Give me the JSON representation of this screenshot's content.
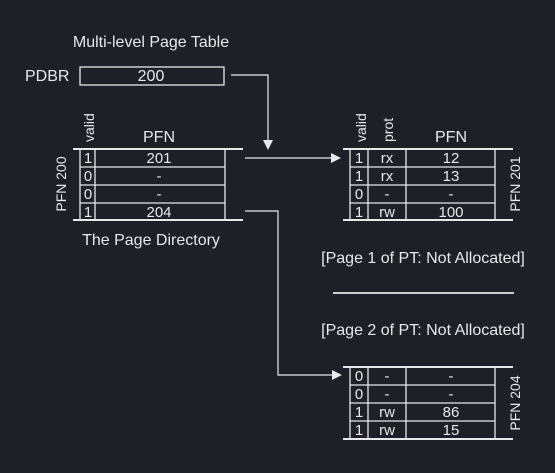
{
  "title": "Multi-level Page Table",
  "pdbr": {
    "label": "PDBR",
    "value": "200"
  },
  "page_directory": {
    "caption": "The Page Directory",
    "side_label": "PFN 200",
    "headers": {
      "valid": "valid",
      "pfn": "PFN"
    },
    "rows": [
      {
        "valid": "1",
        "pfn": "201"
      },
      {
        "valid": "0",
        "pfn": "-"
      },
      {
        "valid": "0",
        "pfn": "-"
      },
      {
        "valid": "1",
        "pfn": "204"
      }
    ]
  },
  "pt_201": {
    "side_label": "PFN 201",
    "headers": {
      "valid": "valid",
      "prot": "prot",
      "pfn": "PFN"
    },
    "rows": [
      {
        "valid": "1",
        "prot": "rx",
        "pfn": "12"
      },
      {
        "valid": "1",
        "prot": "rx",
        "pfn": "13"
      },
      {
        "valid": "0",
        "prot": "-",
        "pfn": "-"
      },
      {
        "valid": "1",
        "prot": "rw",
        "pfn": "100"
      }
    ]
  },
  "notes": {
    "page1": "[Page 1 of PT: Not Allocated]",
    "page2": "[Page 2 of PT: Not Allocated]"
  },
  "pt_204": {
    "side_label": "PFN 204",
    "rows": [
      {
        "valid": "0",
        "prot": "-",
        "pfn": "-"
      },
      {
        "valid": "0",
        "prot": "-",
        "pfn": "-"
      },
      {
        "valid": "1",
        "prot": "rw",
        "pfn": "86"
      },
      {
        "valid": "1",
        "prot": "rw",
        "pfn": "15"
      }
    ]
  }
}
